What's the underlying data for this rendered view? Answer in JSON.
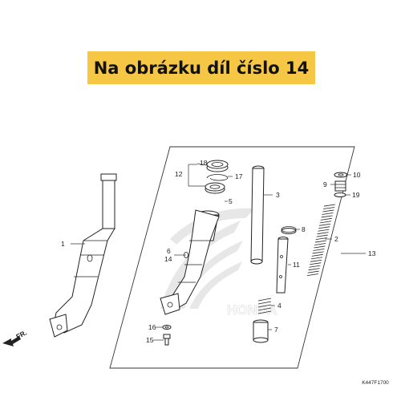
{
  "banner": {
    "text": "Na obrázku díl číslo 14",
    "color": "#f6c744"
  },
  "direction": {
    "label": "FR."
  },
  "diagram_code": "K447F1700",
  "watermark": {
    "brand": "HONDA",
    "icon": "honda-wing-logo"
  },
  "labels": {
    "l1": "1",
    "l2": "2",
    "l3": "3",
    "l4": "4",
    "l5": "5",
    "l6": "6",
    "l7": "7",
    "l8": "8",
    "l9": "9",
    "l10": "10",
    "l11": "11",
    "l12": "12",
    "l13": "13",
    "l14": "14",
    "l15": "15",
    "l16": "16",
    "l17": "17",
    "l18": "18",
    "l19": "19"
  }
}
